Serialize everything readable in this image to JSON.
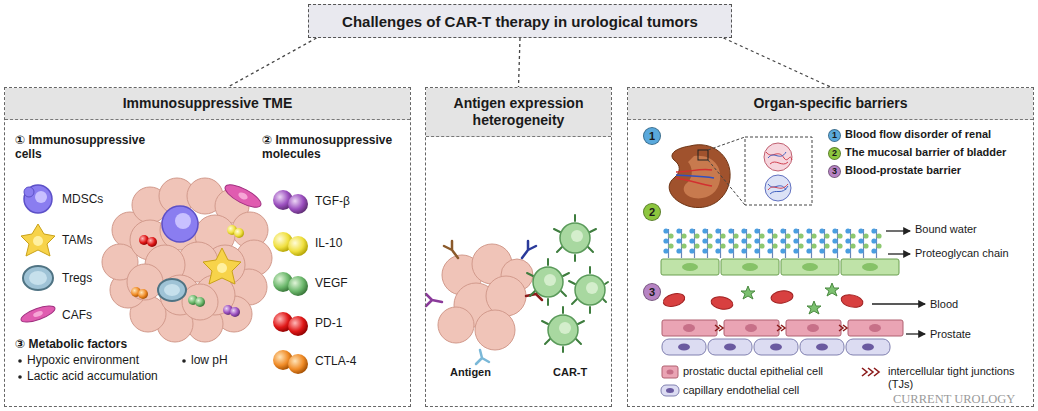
{
  "diagram": {
    "nodes": [
      {
        "text": [
          "Challenges of CAR-T therapy in urological tumors"
        ]
      },
      {
        "text": [
          "Immunosuppressive TME"
        ]
      },
      {
        "text": [
          "Antigen expression heterogeneity"
        ]
      },
      {
        "text": [
          "Organ-specific barriers"
        ]
      }
    ],
    "edges": [
      {
        "from": 0,
        "to": 1,
        "arrow": "none"
      },
      {
        "from": 0,
        "to": 2,
        "arrow": "none"
      },
      {
        "from": 0,
        "to": 3,
        "arrow": "none"
      }
    ],
    "labels": [
      "① Immunosuppressive cells",
      "② Immunosuppressive molecules",
      "MDSCs",
      "TGF-β",
      "TAMs",
      "IL-10",
      "Tregs",
      "VEGF",
      "CAFs",
      "PD-1",
      "③ Metabolic factors",
      "CTLA-4",
      "Hypoxic environment",
      "low pH",
      "Lactic acid accumulation",
      "Antigen",
      "CAR-T",
      "1",
      "1",
      "Blood flow disorder of renal",
      "2",
      "The mucosal barrier of bladder",
      "3",
      "Blood-prostate barrier",
      "2",
      "Bound water",
      "Proteoglycan chain",
      "3",
      "Blood",
      "Prostate",
      "CURRENT UROLOGY"
    ],
    "legend": [
      {
        "text": "prostatic ductal epithelial cell"
      },
      {
        "text": "capillary endothelial cell"
      },
      {
        "text": "intercellular tight junctions (TJs)"
      }
    ]
  }
}
